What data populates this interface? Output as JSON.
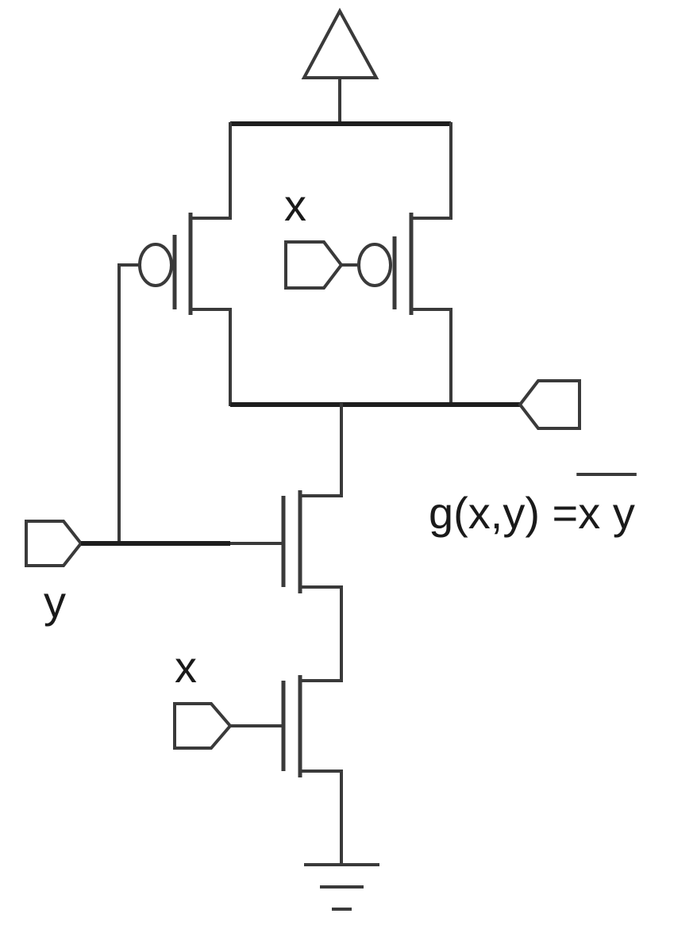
{
  "labels": {
    "x_pmos": "x",
    "y_input": "y",
    "x_nmos": "x"
  },
  "equation": {
    "lhs": "g(x,y) = ",
    "rhs": "x y"
  },
  "colors": {
    "wire": "#3a3a3a",
    "background": "#ffffff"
  }
}
